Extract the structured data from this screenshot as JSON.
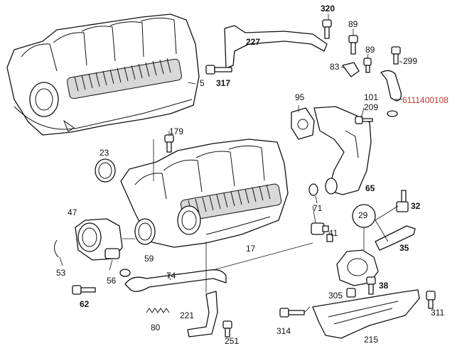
{
  "labels": {
    "p320": "320",
    "p227": "227",
    "p89a": "89",
    "p89b": "89",
    "p299": "299",
    "p83": "83",
    "p5": "5",
    "p317": "317",
    "p95": "95",
    "p101": "101",
    "p209": "209",
    "part_number": "6111400108",
    "p179": "179",
    "p23": "23",
    "p65": "65",
    "p71": "71",
    "p32": "32",
    "p29": "29",
    "p47": "47",
    "p41": "41",
    "p35": "35",
    "p59": "59",
    "p17": "17",
    "p53": "53",
    "p56": "56",
    "p74": "74",
    "p62": "62",
    "p38": "38",
    "p305": "305",
    "p311": "311",
    "p221": "221",
    "p80": "80",
    "p314": "314",
    "p251": "251",
    "p215": "215"
  },
  "colors": {
    "ink": "#111111",
    "part_number": "#c0392b",
    "background": "#ffffff"
  }
}
